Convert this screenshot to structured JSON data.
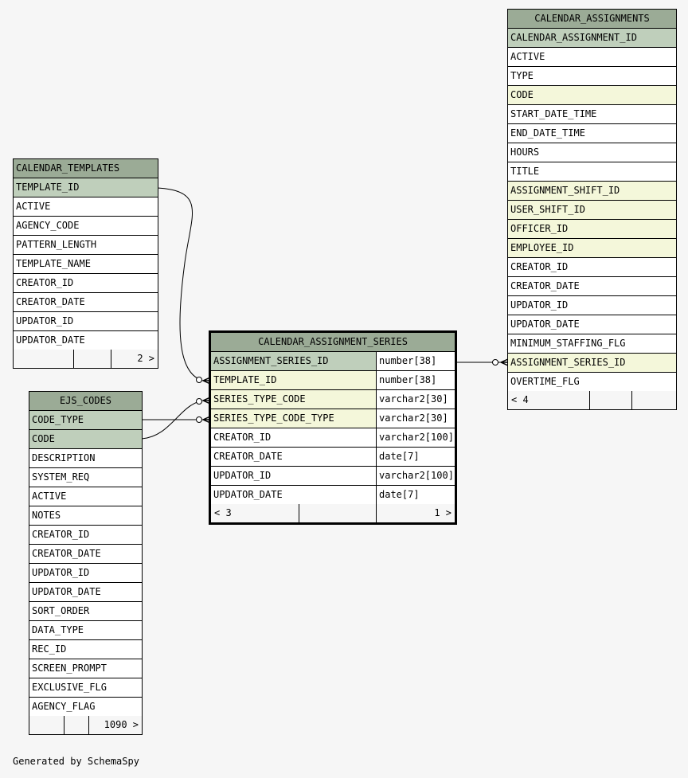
{
  "credit": "Generated by SchemaSpy",
  "calendar_templates": {
    "name": "CALENDAR_TEMPLATES",
    "columns": [
      "TEMPLATE_ID",
      "ACTIVE",
      "AGENCY_CODE",
      "PATTERN_LENGTH",
      "TEMPLATE_NAME",
      "CREATOR_ID",
      "CREATOR_DATE",
      "UPDATOR_ID",
      "UPDATOR_DATE"
    ],
    "footer_right": "2 >"
  },
  "ejs_codes": {
    "name": "EJS_CODES",
    "columns": [
      "CODE_TYPE",
      "CODE",
      "DESCRIPTION",
      "SYSTEM_REQ",
      "ACTIVE",
      "NOTES",
      "CREATOR_ID",
      "CREATOR_DATE",
      "UPDATOR_ID",
      "UPDATOR_DATE",
      "SORT_ORDER",
      "DATA_TYPE",
      "REC_ID",
      "SCREEN_PROMPT",
      "EXCLUSIVE_FLG",
      "AGENCY_FLAG"
    ],
    "footer_right": "1090 >"
  },
  "calendar_assignment_series": {
    "name": "CALENDAR_ASSIGNMENT_SERIES",
    "columns": [
      {
        "name": "ASSIGNMENT_SERIES_ID",
        "type": "number[38]"
      },
      {
        "name": "TEMPLATE_ID",
        "type": "number[38]"
      },
      {
        "name": "SERIES_TYPE_CODE",
        "type": "varchar2[30]"
      },
      {
        "name": "SERIES_TYPE_CODE_TYPE",
        "type": "varchar2[30]"
      },
      {
        "name": "CREATOR_ID",
        "type": "varchar2[100]"
      },
      {
        "name": "CREATOR_DATE",
        "type": "date[7]"
      },
      {
        "name": "UPDATOR_ID",
        "type": "varchar2[100]"
      },
      {
        "name": "UPDATOR_DATE",
        "type": "date[7]"
      }
    ],
    "footer_left": "< 3",
    "footer_right": "1 >"
  },
  "calendar_assignments": {
    "name": "CALENDAR_ASSIGNMENTS",
    "columns": [
      "CALENDAR_ASSIGNMENT_ID",
      "ACTIVE",
      "TYPE",
      "CODE",
      "START_DATE_TIME",
      "END_DATE_TIME",
      "HOURS",
      "TITLE",
      "ASSIGNMENT_SHIFT_ID",
      "USER_SHIFT_ID",
      "OFFICER_ID",
      "EMPLOYEE_ID",
      "CREATOR_ID",
      "CREATOR_DATE",
      "UPDATOR_ID",
      "UPDATOR_DATE",
      "MINIMUM_STAFFING_FLG",
      "ASSIGNMENT_SERIES_ID",
      "OVERTIME_FLG"
    ],
    "footer_left": "< 4"
  },
  "colors": {
    "header": "#9bab96",
    "primary_key": "#bfcfbb",
    "foreign_key": "#f4f7da",
    "background": "#f6f6f6"
  }
}
